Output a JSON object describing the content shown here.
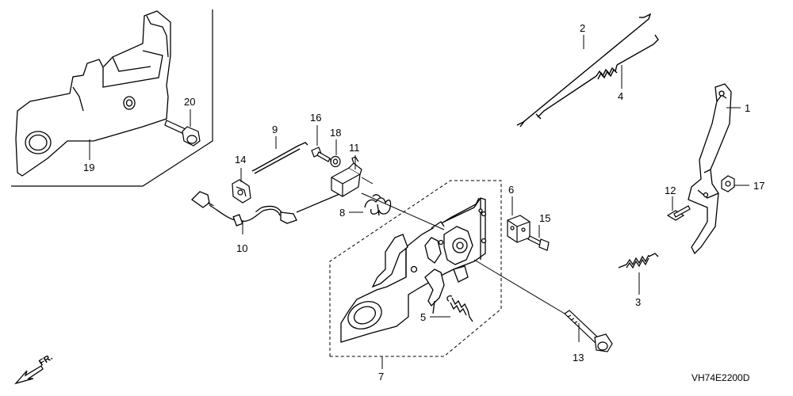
{
  "diagram": {
    "code": "VH74E2200D",
    "direction": "FR.",
    "callouts": [
      "1",
      "2",
      "3",
      "4",
      "5",
      "6",
      "7",
      "8",
      "9",
      "10",
      "11",
      "12",
      "13",
      "14",
      "15",
      "16",
      "17",
      "18",
      "19",
      "20"
    ]
  },
  "colors": {
    "line": "#000000",
    "fill": "#ffffff",
    "shade": "#e6e6e6"
  }
}
